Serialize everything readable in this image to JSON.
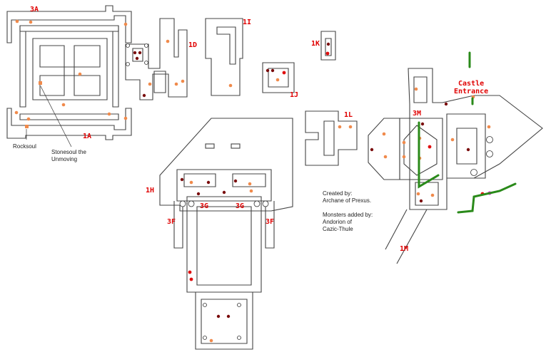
{
  "map": {
    "labels": {
      "3A": "3A",
      "1A": "1A",
      "1D": "1D",
      "1I": "1I",
      "1J": "1J",
      "1K": "1K",
      "1L": "1L",
      "1H": "1H",
      "3G_left": "3G",
      "3G_right": "3G",
      "3F_left": "3F",
      "3F_right": "3F",
      "3M": "3M",
      "1M": "1M",
      "castle_line1": "Castle",
      "castle_line2": "Entrance"
    },
    "annotations": {
      "rocksoul": "Rocksoul",
      "stonesoul_line1": "Stonesoul the",
      "stonesoul_line2": "Unmoving"
    },
    "credits": {
      "created_by": "Created by:",
      "author": "Archane of Prexus.",
      "monsters_by": "Monsters added by:",
      "monster_author_line1": "Andorion of",
      "monster_author_line2": "Cazic-Thule"
    },
    "colors": {
      "walls": "#444444",
      "label": "#e00000",
      "npc_marker": "#f08a4b",
      "monster_marker": "#7a0c0c",
      "named_marker": "#e01010",
      "path": "#2a8a1a"
    },
    "legend_icons": [
      "npc-marker-icon",
      "monster-marker-icon",
      "door-icon"
    ]
  }
}
